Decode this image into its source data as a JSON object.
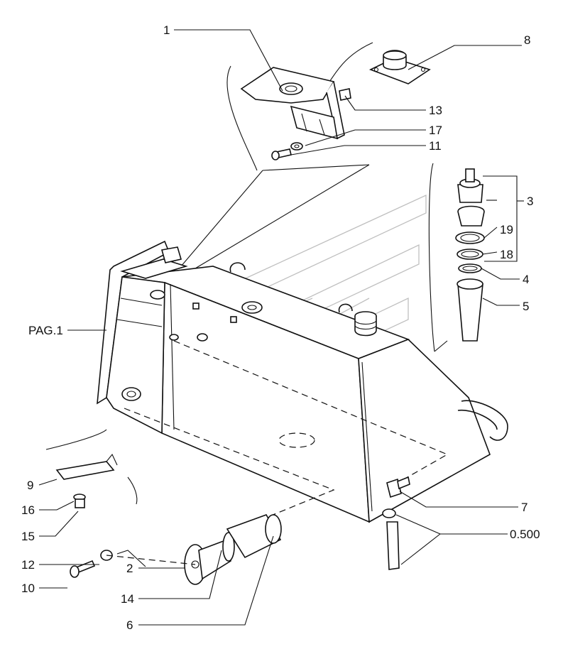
{
  "callouts": [
    {
      "id": "1",
      "label": "1"
    },
    {
      "id": "8",
      "label": "8"
    },
    {
      "id": "13",
      "label": "13"
    },
    {
      "id": "17",
      "label": "17"
    },
    {
      "id": "11",
      "label": "11"
    },
    {
      "id": "3",
      "label": "3"
    },
    {
      "id": "19",
      "label": "19"
    },
    {
      "id": "18",
      "label": "18"
    },
    {
      "id": "4",
      "label": "4"
    },
    {
      "id": "5",
      "label": "5"
    },
    {
      "id": "pag1",
      "label": "PAG.1"
    },
    {
      "id": "9",
      "label": "9"
    },
    {
      "id": "16",
      "label": "16"
    },
    {
      "id": "15",
      "label": "15"
    },
    {
      "id": "12",
      "label": "12"
    },
    {
      "id": "2",
      "label": "2"
    },
    {
      "id": "10",
      "label": "10"
    },
    {
      "id": "14",
      "label": "14"
    },
    {
      "id": "6",
      "label": "6"
    },
    {
      "id": "7",
      "label": "7"
    },
    {
      "id": "0500",
      "label": "0.500"
    }
  ]
}
